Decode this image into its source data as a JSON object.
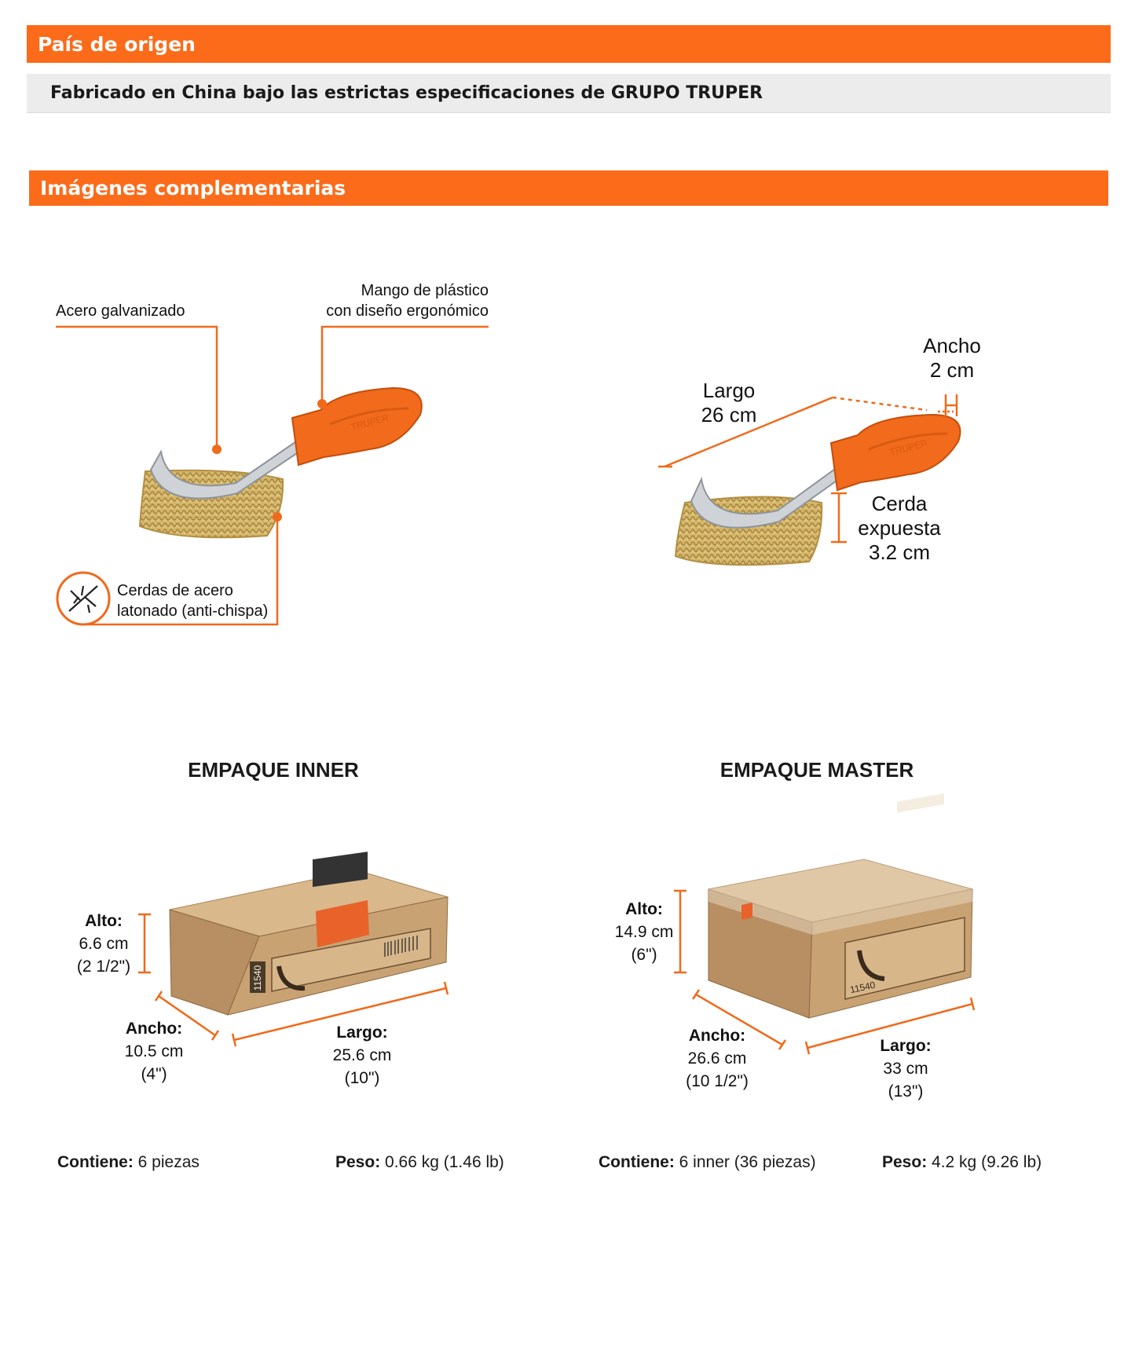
{
  "sections": {
    "origin_title": "País de origen",
    "origin_text": "Fabricado en China bajo las estrictas especificaciones de GRUPO TRUPER",
    "images_title": "Imágenes complementarias"
  },
  "product_callouts": {
    "steel_label": "Acero galvanizado",
    "handle_line1": "Mango de plástico",
    "handle_line2": "con diseño ergonómico",
    "bristle_line1": "Cerdas de acero",
    "bristle_line2": "latonado (anti-chispa)",
    "brand_on_handle": "TRUPER"
  },
  "dimensions": {
    "largo_label": "Largo",
    "largo_value": "26 cm",
    "ancho_label": "Ancho",
    "ancho_value": "2 cm",
    "cerda_line1": "Cerda",
    "cerda_line2": "expuesta",
    "cerda_value": "3.2 cm"
  },
  "inner": {
    "title": "EMPAQUE INNER",
    "alto_label": "Alto:",
    "alto_value": "6.6 cm",
    "alto_in": "(2 1/2\")",
    "ancho_label": "Ancho:",
    "ancho_value": "10.5 cm",
    "ancho_in": "(4\")",
    "largo_label": "Largo:",
    "largo_value": "25.6 cm",
    "largo_in": "(10\")",
    "contiene_label": "Contiene:",
    "contiene_value": "6 piezas",
    "peso_label": "Peso:",
    "peso_value": "0.66 kg (1.46 lb)",
    "box_code": "11540"
  },
  "master": {
    "title": "EMPAQUE MASTER",
    "alto_label": "Alto:",
    "alto_value": "14.9 cm",
    "alto_in": "(6\")",
    "ancho_label": "Ancho:",
    "ancho_value": "26.6 cm",
    "ancho_in": "(10 1/2\")",
    "largo_label": "Largo:",
    "largo_value": "33 cm",
    "largo_in": "(13\")",
    "contiene_label": "Contiene:",
    "contiene_value": "6 inner (36 piezas)",
    "peso_label": "Peso:",
    "peso_value": "4.2 kg (9.26 lb)",
    "box_code": "11540"
  },
  "colors": {
    "accent": "#fb6b1a",
    "panel": "#ececec",
    "cardboard": "#c9a274",
    "brass": "#c9a85a",
    "steel": "#cfd3d8"
  }
}
